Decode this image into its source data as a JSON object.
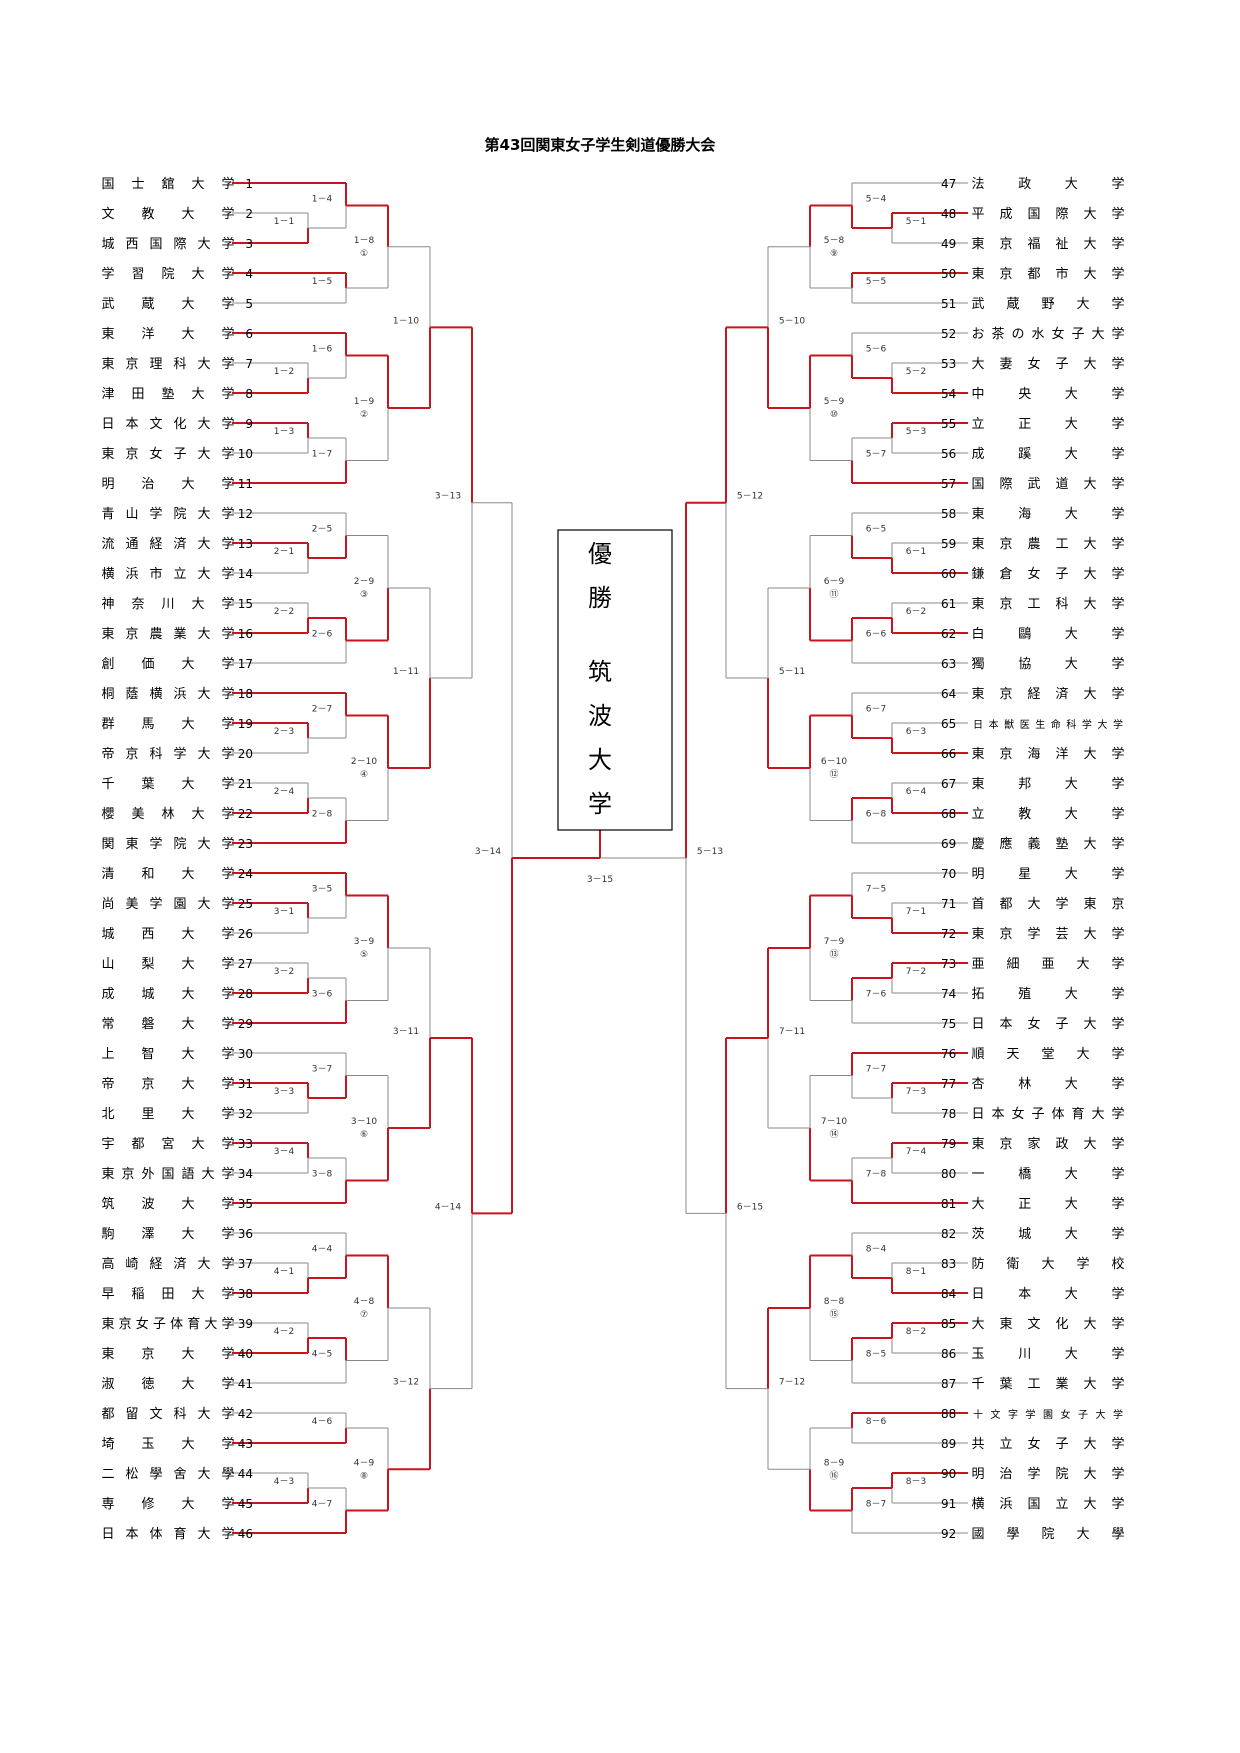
{
  "title": "第43回関東女子学生剣道優勝大会",
  "champion": {
    "label": "優勝",
    "school": "筑波大学"
  },
  "colors": {
    "winner_line": "#c8141e",
    "loser_line": "#888888"
  },
  "teams_left": [
    {
      "no": 1,
      "name": "国士舘大学"
    },
    {
      "no": 2,
      "name": "文教大学"
    },
    {
      "no": 3,
      "name": "城西国際大学"
    },
    {
      "no": 4,
      "name": "学習院大学"
    },
    {
      "no": 5,
      "name": "武蔵大学"
    },
    {
      "no": 6,
      "name": "東洋大学"
    },
    {
      "no": 7,
      "name": "東京理科大学"
    },
    {
      "no": 8,
      "name": "津田塾大学"
    },
    {
      "no": 9,
      "name": "日本文化大学"
    },
    {
      "no": 10,
      "name": "東京女子大学"
    },
    {
      "no": 11,
      "name": "明治大学"
    },
    {
      "no": 12,
      "name": "青山学院大学"
    },
    {
      "no": 13,
      "name": "流通経済大学"
    },
    {
      "no": 14,
      "name": "横浜市立大学"
    },
    {
      "no": 15,
      "name": "神奈川大学"
    },
    {
      "no": 16,
      "name": "東京農業大学"
    },
    {
      "no": 17,
      "name": "創価大学"
    },
    {
      "no": 18,
      "name": "桐蔭横浜大学"
    },
    {
      "no": 19,
      "name": "群馬大学"
    },
    {
      "no": 20,
      "name": "帝京科学大学"
    },
    {
      "no": 21,
      "name": "千葉大学"
    },
    {
      "no": 22,
      "name": "櫻美林大学"
    },
    {
      "no": 23,
      "name": "関東学院大学"
    },
    {
      "no": 24,
      "name": "清和大学"
    },
    {
      "no": 25,
      "name": "尚美学園大学"
    },
    {
      "no": 26,
      "name": "城西大学"
    },
    {
      "no": 27,
      "name": "山梨大学"
    },
    {
      "no": 28,
      "name": "成城大学"
    },
    {
      "no": 29,
      "name": "常磐大学"
    },
    {
      "no": 30,
      "name": "上智大学"
    },
    {
      "no": 31,
      "name": "帝京大学"
    },
    {
      "no": 32,
      "name": "北里大学"
    },
    {
      "no": 33,
      "name": "宇都宮大学"
    },
    {
      "no": 34,
      "name": "東京外国語大学"
    },
    {
      "no": 35,
      "name": "筑波大学"
    },
    {
      "no": 36,
      "name": "駒澤大学"
    },
    {
      "no": 37,
      "name": "高崎経済大学"
    },
    {
      "no": 38,
      "name": "早稲田大学"
    },
    {
      "no": 39,
      "name": "東京女子体育大学"
    },
    {
      "no": 40,
      "name": "東京大学"
    },
    {
      "no": 41,
      "name": "淑徳大学"
    },
    {
      "no": 42,
      "name": "都留文科大学"
    },
    {
      "no": 43,
      "name": "埼玉大学"
    },
    {
      "no": 44,
      "name": "二松學舍大學"
    },
    {
      "no": 45,
      "name": "専修大学"
    },
    {
      "no": 46,
      "name": "日本体育大学"
    }
  ],
  "teams_right": [
    {
      "no": 47,
      "name": "法政大学"
    },
    {
      "no": 48,
      "name": "平成国際大学"
    },
    {
      "no": 49,
      "name": "東京福祉大学"
    },
    {
      "no": 50,
      "name": "東京都市大学"
    },
    {
      "no": 51,
      "name": "武蔵野大学"
    },
    {
      "no": 52,
      "name": "お茶の水女子大学"
    },
    {
      "no": 53,
      "name": "大妻女子大学"
    },
    {
      "no": 54,
      "name": "中央大学"
    },
    {
      "no": 55,
      "name": "立正大学"
    },
    {
      "no": 56,
      "name": "成蹊大学"
    },
    {
      "no": 57,
      "name": "国際武道大学"
    },
    {
      "no": 58,
      "name": "東海大学"
    },
    {
      "no": 59,
      "name": "東京農工大学"
    },
    {
      "no": 60,
      "name": "鎌倉女子大学"
    },
    {
      "no": 61,
      "name": "東京工科大学"
    },
    {
      "no": 62,
      "name": "白鷗大学"
    },
    {
      "no": 63,
      "name": "獨協大学"
    },
    {
      "no": 64,
      "name": "東京経済大学"
    },
    {
      "no": 65,
      "name": "日本獣医生命科学大学"
    },
    {
      "no": 66,
      "name": "東京海洋大学"
    },
    {
      "no": 67,
      "name": "東邦大学"
    },
    {
      "no": 68,
      "name": "立教大学"
    },
    {
      "no": 69,
      "name": "慶應義塾大学"
    },
    {
      "no": 70,
      "name": "明星大学"
    },
    {
      "no": 71,
      "name": "首都大学東京"
    },
    {
      "no": 72,
      "name": "東京学芸大学"
    },
    {
      "no": 73,
      "name": "亜細亜大学"
    },
    {
      "no": 74,
      "name": "拓殖大学"
    },
    {
      "no": 75,
      "name": "日本女子大学"
    },
    {
      "no": 76,
      "name": "順天堂大学"
    },
    {
      "no": 77,
      "name": "杏林大学"
    },
    {
      "no": 78,
      "name": "日本女子体育大学"
    },
    {
      "no": 79,
      "name": "東京家政大学"
    },
    {
      "no": 80,
      "name": "一橋大学"
    },
    {
      "no": 81,
      "name": "大正大学"
    },
    {
      "no": 82,
      "name": "茨城大学"
    },
    {
      "no": 83,
      "name": "防衛大学校"
    },
    {
      "no": 84,
      "name": "日本大学"
    },
    {
      "no": 85,
      "name": "大東文化大学"
    },
    {
      "no": 86,
      "name": "玉川大学"
    },
    {
      "no": 87,
      "name": "千葉工業大学"
    },
    {
      "no": 88,
      "name": "十文字学園女子大学"
    },
    {
      "no": 89,
      "name": "共立女子大学"
    },
    {
      "no": 90,
      "name": "明治学院大学"
    },
    {
      "no": 91,
      "name": "横浜国立大学"
    },
    {
      "no": 92,
      "name": "國學院大學"
    }
  ],
  "matches_left": [
    {
      "label": "1－1",
      "a": 2,
      "b": 3,
      "w": 1,
      "level": 1
    },
    {
      "label": "1－2",
      "a": 7,
      "b": 8,
      "w": 1,
      "level": 1
    },
    {
      "label": "1－3",
      "a": 9,
      "b": 10,
      "w": 0,
      "level": 1
    },
    {
      "label": "2－1",
      "a": 13,
      "b": 14,
      "w": 0,
      "level": 1
    },
    {
      "label": "2－2",
      "a": 15,
      "b": 16,
      "w": 1,
      "level": 1
    },
    {
      "label": "2－3",
      "a": 19,
      "b": 20,
      "w": 0,
      "level": 1
    },
    {
      "label": "2－4",
      "a": 21,
      "b": 22,
      "w": 1,
      "level": 1
    },
    {
      "label": "3－1",
      "a": 25,
      "b": 26,
      "w": 0,
      "level": 1
    },
    {
      "label": "3－2",
      "a": 27,
      "b": 28,
      "w": 1,
      "level": 1
    },
    {
      "label": "3－3",
      "a": 31,
      "b": 32,
      "w": 0,
      "level": 1
    },
    {
      "label": "3－4",
      "a": 33,
      "b": 34,
      "w": 0,
      "level": 1
    },
    {
      "label": "4－1",
      "a": 37,
      "b": 38,
      "w": 1,
      "level": 1
    },
    {
      "label": "4－2",
      "a": 39,
      "b": 40,
      "w": 1,
      "level": 1
    },
    {
      "label": "4－3",
      "a": 44,
      "b": 45,
      "w": 1,
      "level": 1
    },
    {
      "label": "1－4",
      "a": 1,
      "b": "1－1",
      "w": 0,
      "level": 2
    },
    {
      "label": "1－5",
      "a": 4,
      "b": 5,
      "w": 0,
      "level": 2
    },
    {
      "label": "1－6",
      "a": 6,
      "b": "1－2",
      "w": 0,
      "level": 2
    },
    {
      "label": "1－7",
      "a": "1－3",
      "b": 11,
      "w": 1,
      "level": 2
    },
    {
      "label": "2－5",
      "a": 12,
      "b": "2－1",
      "w": 1,
      "level": 2
    },
    {
      "label": "2－6",
      "a": "2－2",
      "b": 17,
      "w": 0,
      "level": 2
    },
    {
      "label": "2－7",
      "a": 18,
      "b": "2－3",
      "w": 0,
      "level": 2
    },
    {
      "label": "2－8",
      "a": "2－4",
      "b": 23,
      "w": 1,
      "level": 2
    },
    {
      "label": "3－5",
      "a": 24,
      "b": "3－1",
      "w": 0,
      "level": 2
    },
    {
      "label": "3－6",
      "a": "3－2",
      "b": 29,
      "w": 1,
      "level": 2
    },
    {
      "label": "3－7",
      "a": 30,
      "b": "3－3",
      "w": 1,
      "level": 2
    },
    {
      "label": "3－8",
      "a": "3－4",
      "b": 35,
      "w": 1,
      "level": 2
    },
    {
      "label": "4－4",
      "a": 36,
      "b": "4－1",
      "w": 1,
      "level": 2
    },
    {
      "label": "4－5",
      "a": "4－2",
      "b": 41,
      "w": 0,
      "level": 2
    },
    {
      "label": "4－6",
      "a": 42,
      "b": 43,
      "w": 1,
      "level": 2
    },
    {
      "label": "4－7",
      "a": "4－3",
      "b": 46,
      "w": 1,
      "level": 2
    },
    {
      "label": "1－8",
      "circle": "①",
      "a": "1－4",
      "b": "1－5",
      "w": 0,
      "level": 3
    },
    {
      "label": "1－9",
      "circle": "②",
      "a": "1－6",
      "b": "1－7",
      "w": 0,
      "level": 3
    },
    {
      "label": "2－9",
      "circle": "③",
      "a": "2－5",
      "b": "2－6",
      "w": 1,
      "level": 3
    },
    {
      "label": "2－10",
      "circle": "④",
      "a": "2－7",
      "b": "2－8",
      "w": 0,
      "level": 3
    },
    {
      "label": "3－9",
      "circle": "⑤",
      "a": "3－5",
      "b": "3－6",
      "w": 0,
      "level": 3
    },
    {
      "label": "3－10",
      "circle": "⑥",
      "a": "3－7",
      "b": "3－8",
      "w": 1,
      "level": 3
    },
    {
      "label": "4－8",
      "circle": "⑦",
      "a": "4－4",
      "b": "4－5",
      "w": 0,
      "level": 3
    },
    {
      "label": "4－9",
      "circle": "⑧",
      "a": "4－6",
      "b": "4－7",
      "w": 1,
      "level": 3
    },
    {
      "label": "1－10",
      "a": "1－8",
      "b": "1－9",
      "w": 1,
      "level": 4
    },
    {
      "label": "1－11",
      "a": "2－9",
      "b": "2－10",
      "w": 1,
      "level": 4
    },
    {
      "label": "3－11",
      "a": "3－9",
      "b": "3－10",
      "w": 1,
      "level": 4
    },
    {
      "label": "3－12",
      "a": "4－8",
      "b": "4－9",
      "w": 1,
      "level": 4
    },
    {
      "label": "3－13",
      "a": "1－10",
      "b": "1－11",
      "w": 0,
      "level": 5
    },
    {
      "label": "4－14",
      "a": "3－11",
      "b": "3－12",
      "w": 0,
      "level": 5
    },
    {
      "label": "3－14",
      "a": "3－13",
      "b": "4－14",
      "w": 1,
      "level": 6
    }
  ],
  "matches_right": [
    {
      "label": "5－1",
      "a": 48,
      "b": 49,
      "w": 0,
      "level": 1
    },
    {
      "label": "5－2",
      "a": 53,
      "b": 54,
      "w": 1,
      "level": 1
    },
    {
      "label": "5－3",
      "a": 55,
      "b": 56,
      "w": 0,
      "level": 1
    },
    {
      "label": "6－1",
      "a": 59,
      "b": 60,
      "w": 1,
      "level": 1
    },
    {
      "label": "6－2",
      "a": 61,
      "b": 62,
      "w": 1,
      "level": 1
    },
    {
      "label": "6－3",
      "a": 65,
      "b": 66,
      "w": 1,
      "level": 1
    },
    {
      "label": "6－4",
      "a": 67,
      "b": 68,
      "w": 1,
      "level": 1
    },
    {
      "label": "7－1",
      "a": 71,
      "b": 72,
      "w": 1,
      "level": 1
    },
    {
      "label": "7－2",
      "a": 73,
      "b": 74,
      "w": 0,
      "level": 1
    },
    {
      "label": "7－3",
      "a": 77,
      "b": 78,
      "w": 0,
      "level": 1
    },
    {
      "label": "7－4",
      "a": 79,
      "b": 80,
      "w": 0,
      "level": 1
    },
    {
      "label": "8－1",
      "a": 83,
      "b": 84,
      "w": 1,
      "level": 1
    },
    {
      "label": "8－2",
      "a": 85,
      "b": 86,
      "w": 0,
      "level": 1
    },
    {
      "label": "8－3",
      "a": 90,
      "b": 91,
      "w": 0,
      "level": 1
    },
    {
      "label": "5－4",
      "a": 47,
      "b": "5－1",
      "w": 1,
      "level": 2
    },
    {
      "label": "5－5",
      "a": 50,
      "b": 51,
      "w": 0,
      "level": 2
    },
    {
      "label": "5－6",
      "a": 52,
      "b": "5－2",
      "w": 1,
      "level": 2
    },
    {
      "label": "5－7",
      "a": "5－3",
      "b": 57,
      "w": 1,
      "level": 2
    },
    {
      "label": "6－5",
      "a": 58,
      "b": "6－1",
      "w": 1,
      "level": 2
    },
    {
      "label": "6－6",
      "a": "6－2",
      "b": 63,
      "w": 0,
      "level": 2
    },
    {
      "label": "6－7",
      "a": 64,
      "b": "6－3",
      "w": 1,
      "level": 2
    },
    {
      "label": "6－8",
      "a": "6－4",
      "b": 69,
      "w": 0,
      "level": 2
    },
    {
      "label": "7－5",
      "a": 70,
      "b": "7－1",
      "w": 1,
      "level": 2
    },
    {
      "label": "7－6",
      "a": "7－2",
      "b": 75,
      "w": 0,
      "level": 2
    },
    {
      "label": "7－7",
      "a": 76,
      "b": "7－3",
      "w": 0,
      "level": 2
    },
    {
      "label": "7－8",
      "a": "7－4",
      "b": 81,
      "w": 1,
      "level": 2
    },
    {
      "label": "8－4",
      "a": 82,
      "b": "8－1",
      "w": 1,
      "level": 2
    },
    {
      "label": "8－5",
      "a": "8－2",
      "b": 87,
      "w": 0,
      "level": 2
    },
    {
      "label": "8－6",
      "a": 88,
      "b": 89,
      "w": 0,
      "level": 2
    },
    {
      "label": "8－7",
      "a": "8－3",
      "b": 92,
      "w": 0,
      "level": 2
    },
    {
      "label": "5－8",
      "circle": "⑨",
      "a": "5－4",
      "b": "5－5",
      "w": 0,
      "level": 3
    },
    {
      "label": "5－9",
      "circle": "⑩",
      "a": "5－6",
      "b": "5－7",
      "w": 0,
      "level": 3
    },
    {
      "label": "6－9",
      "circle": "⑪",
      "a": "6－5",
      "b": "6－6",
      "w": 1,
      "level": 3
    },
    {
      "label": "6－10",
      "circle": "⑫",
      "a": "6－7",
      "b": "6－8",
      "w": 0,
      "level": 3
    },
    {
      "label": "7－9",
      "circle": "⑬",
      "a": "7－5",
      "b": "7－6",
      "w": 0,
      "level": 3
    },
    {
      "label": "7－10",
      "circle": "⑭",
      "a": "7－7",
      "b": "7－8",
      "w": 1,
      "level": 3
    },
    {
      "label": "8－8",
      "circle": "⑮",
      "a": "8－4",
      "b": "8－5",
      "w": 0,
      "level": 3
    },
    {
      "label": "8－9",
      "circle": "⑯",
      "a": "8－6",
      "b": "8－7",
      "w": 1,
      "level": 3
    },
    {
      "label": "5－10",
      "a": "5－8",
      "b": "5－9",
      "w": 1,
      "level": 4
    },
    {
      "label": "5－11",
      "a": "6－9",
      "b": "6－10",
      "w": 1,
      "level": 4
    },
    {
      "label": "7－11",
      "a": "7－9",
      "b": "7－10",
      "w": 0,
      "level": 4
    },
    {
      "label": "7－12",
      "a": "8－8",
      "b": "8－9",
      "w": 0,
      "level": 4
    },
    {
      "label": "5－12",
      "a": "5－10",
      "b": "5－11",
      "w": 0,
      "level": 5
    },
    {
      "label": "6－15",
      "a": "7－11",
      "b": "7－12",
      "w": 0,
      "level": 5
    },
    {
      "label": "5－13",
      "a": "5－12",
      "b": "6－15",
      "w": 0,
      "level": 6
    }
  ],
  "final": {
    "label": "3－15",
    "winner_side": "left"
  }
}
